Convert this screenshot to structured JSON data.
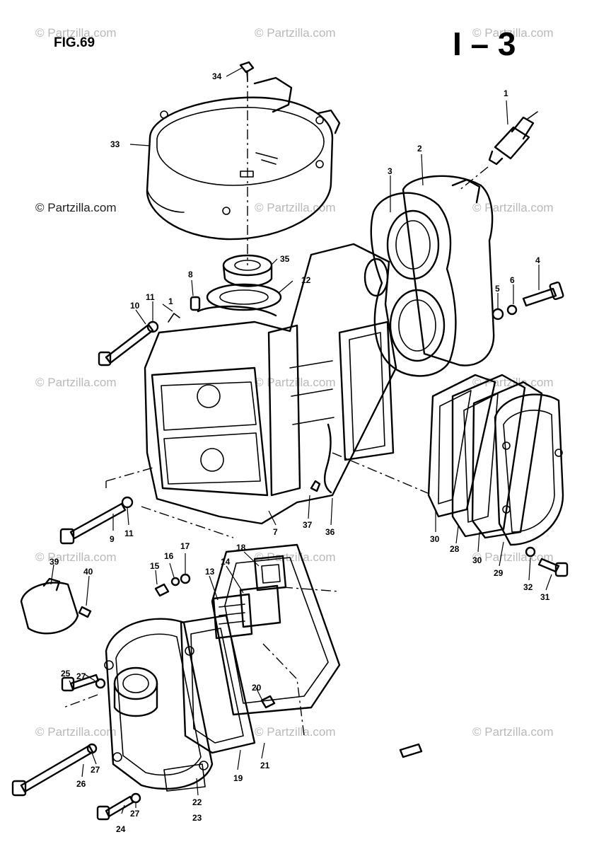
{
  "figure": {
    "label": "FIG.69",
    "section": "I – 3"
  },
  "watermarks": [
    "© Partzilla.com",
    "© Partzilla.com",
    "© Partzilla.com",
    "© Partzilla.com",
    "© Partzilla.com",
    "© Partzilla.com",
    "© Partzilla.com",
    "© Partzilla.com",
    "© Partzilla.com",
    "© Partzilla.com",
    "© Partzilla.com",
    "© Partzilla.com",
    "© Partzilla.com",
    "© Partzilla.com",
    "© Partzilla.com"
  ],
  "callouts": [
    "1",
    "2",
    "3",
    "4",
    "5",
    "6",
    "8",
    "10",
    "11",
    "1",
    "12",
    "33",
    "34",
    "35",
    "9",
    "11",
    "7",
    "37",
    "36",
    "30",
    "28",
    "30",
    "29",
    "32",
    "31",
    "39",
    "40",
    "15",
    "16",
    "17",
    "18",
    "14",
    "13",
    "27",
    "25",
    "20",
    "27",
    "26",
    "22",
    "23",
    "24",
    "27",
    "19",
    "21"
  ],
  "colors": {
    "ink": "#000000",
    "watermark": "#b9b9b9",
    "paper": "#ffffff"
  }
}
